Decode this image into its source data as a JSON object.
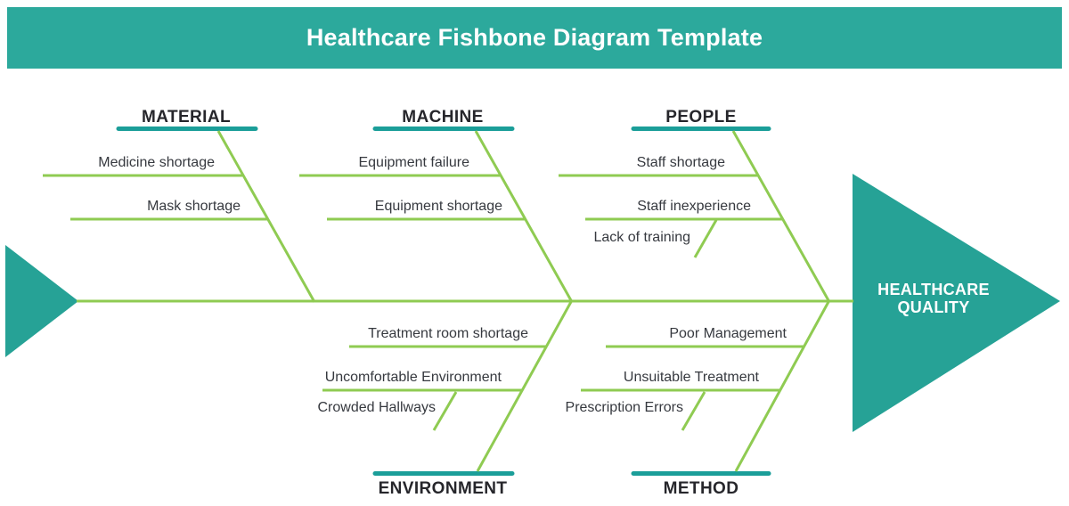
{
  "title": "Healthcare Fishbone Diagram Template",
  "effect": {
    "line1": "HEALTHCARE",
    "line2": "QUALITY"
  },
  "categories": [
    {
      "label": "MATERIAL",
      "position": "top",
      "causes": [
        {
          "text": "Medicine shortage"
        },
        {
          "text": "Mask shortage"
        }
      ]
    },
    {
      "label": "MACHINE",
      "position": "top",
      "causes": [
        {
          "text": "Equipment failure"
        },
        {
          "text": "Equipment shortage"
        }
      ]
    },
    {
      "label": "PEOPLE",
      "position": "top",
      "causes": [
        {
          "text": "Staff shortage"
        },
        {
          "text": "Staff inexperience",
          "subcauses": [
            {
              "text": "Lack of training"
            }
          ]
        }
      ]
    },
    {
      "label": "ENVIRONMENT",
      "position": "bottom",
      "causes": [
        {
          "text": "Treatment room shortage"
        },
        {
          "text": "Uncomfortable Environment",
          "subcauses": [
            {
              "text": "Crowded Hallways"
            }
          ]
        }
      ]
    },
    {
      "label": "METHOD",
      "position": "bottom",
      "causes": [
        {
          "text": "Poor Management"
        },
        {
          "text": "Unsuitable Treatment",
          "subcauses": [
            {
              "text": "Prescription Errors"
            }
          ]
        }
      ]
    }
  ],
  "colors": {
    "header_bg": "#2ca99c",
    "category_bar": "#1b9e99",
    "arrow_fill": "#26a296",
    "bone_line": "#8fcb52",
    "title_text": "#ffffff",
    "category_text": "#26262b",
    "cause_text": "#36393f"
  }
}
